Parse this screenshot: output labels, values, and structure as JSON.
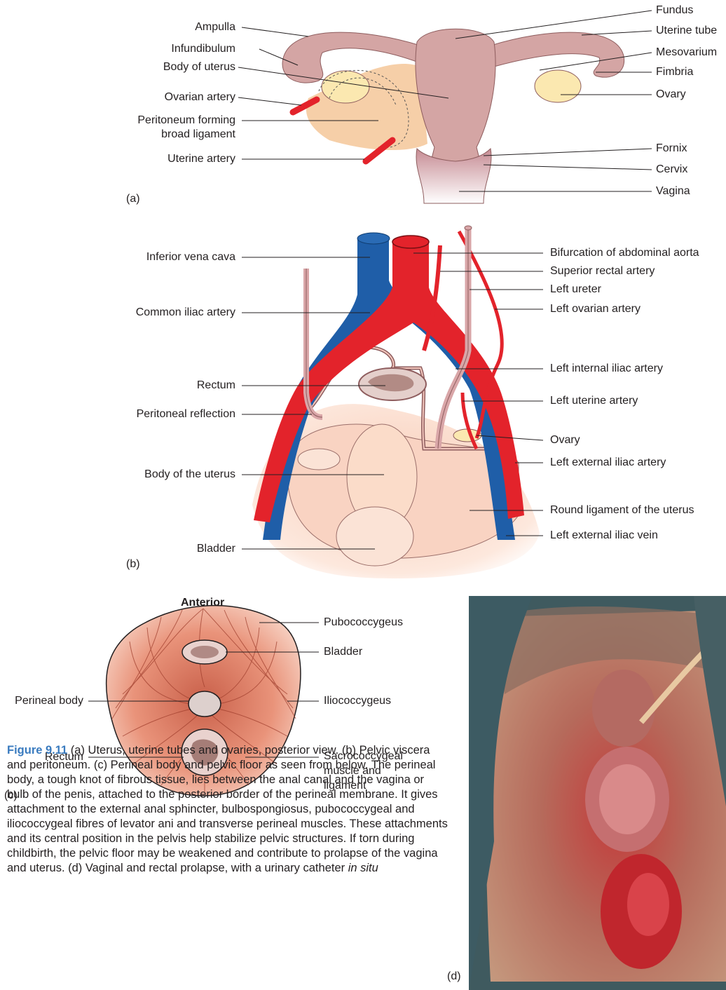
{
  "panel_a": {
    "letter": "(a)",
    "left_labels": [
      "Ampulla",
      "Infundibulum",
      "Body of uterus",
      "Ovarian artery",
      "Peritoneum forming",
      "broad ligament",
      "Uterine artery"
    ],
    "right_labels": [
      "Fundus",
      "Uterine tube",
      "Mesovarium",
      "Fimbria",
      "Ovary",
      "Fornix",
      "Cervix",
      "Vagina"
    ]
  },
  "panel_b": {
    "letter": "(b)",
    "left_labels": [
      "Inferior vena cava",
      "Common iliac artery",
      "Rectum",
      "Peritoneal reflection",
      "Body of the uterus",
      "Bladder"
    ],
    "right_labels": [
      "Bifurcation of abdominal aorta",
      "Superior rectal artery",
      "Left ureter",
      "Left ovarian artery",
      "Left internal iliac artery",
      "Left uterine artery",
      "Ovary",
      "Left external iliac artery",
      "Round ligament of the uterus",
      "Left external iliac vein"
    ]
  },
  "panel_c": {
    "letter": "(c)",
    "title": "Anterior",
    "left_labels": [
      "Perineal body",
      "Rectum"
    ],
    "right_labels": [
      "Pubococcygeus",
      "Bladder",
      "Iliococcygeus",
      "Sacrococcygeal",
      "muscle and",
      "ligament"
    ]
  },
  "panel_d": {
    "letter": "(d)"
  },
  "caption": {
    "figure_number": "Figure 9.11",
    "text_1": " (a) Uterus, uterine tubes and ovaries, posterior view. (b) Pelvic viscera and peritoneum. (c) Perineal body and pelvic floor as seen from below. The perineal body, a tough knot of fibrous tissue, lies between the anal canal and the vagina or bulb of the penis, attached to the posterior border of the perineal membrane. It gives attachment to the external anal sphincter, bulbospongiosus, pubococcygeal and iliococcygeal fibres of levator ani and transverse perineal muscles. These attachments and its central position in the pelvis help stabilize pelvic structures. If torn during childbirth, the pelvic floor may be weakened and contribute to prolapse of the vagina and uterus. (d) Vaginal and rectal prolapse, with a urinary catheter ",
    "italic": "in situ"
  },
  "colors": {
    "uterus": "#d4a5a4",
    "artery": "#e3232b",
    "vein": "#1f5ea8",
    "ovary": "#fbe8b0",
    "ligament": "#f6cfa8",
    "muscle": "#e9987a",
    "accent": "#3a7bbf"
  }
}
